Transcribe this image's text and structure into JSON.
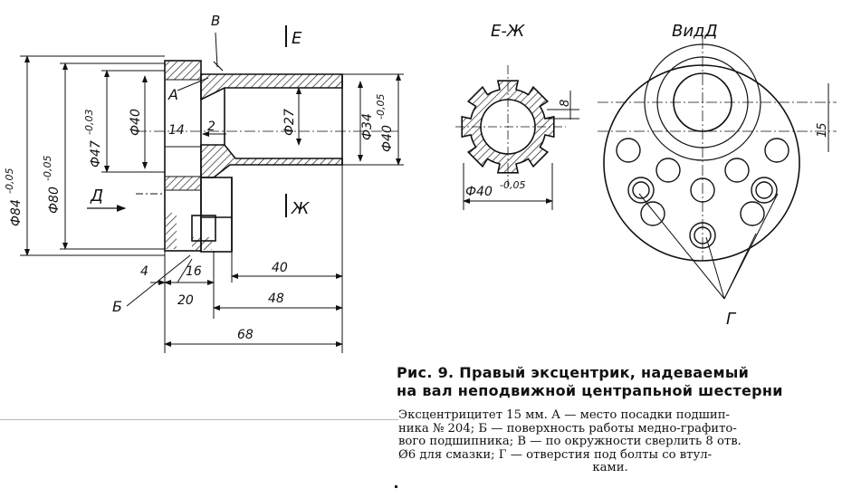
{
  "figure": {
    "number": "Рис. 9.",
    "title_line1": "Правый эксцентрик, надеваемый",
    "title_line2": "на вал неподвижной центрапьной шестерни",
    "description": [
      "Эксцентрицитет 15 мм. А — место посадки подшип-",
      "ника № 204; Б — поверхность работы медно-графито-",
      "вого подшипника; В — по окружности сверлить 8 отв.",
      "Ø6 для смазки; Г — отверстия под болты со втул-",
      "ками."
    ]
  },
  "views": {
    "section_label": "Е-Ж",
    "view_label": "ВидД",
    "cut_label_top": "Е",
    "cut_label_bottom": "Ж",
    "arrow_label": "Д"
  },
  "callouts": {
    "a": "А",
    "b": "Б",
    "v": "В",
    "g": "Г"
  },
  "dimensions": {
    "d84": "Ф84",
    "d84_tol": "-0,05",
    "d80": "Ф80",
    "d80_tol": "-0,05",
    "d47": "Ф47",
    "d47_tol": "-0,03",
    "d40a": "Ф40",
    "d27": "Ф27",
    "d34": "Ф34",
    "d40b": "Ф40",
    "d40b_tol": "-0,05",
    "d40c": "Ф40",
    "d40c_tol": "-0,05",
    "l14": "14",
    "l2": "2",
    "l4": "4",
    "l16": "16",
    "l20": "20",
    "l40": "40",
    "l48": "48",
    "l68": "68",
    "l8": "8",
    "l15": "15"
  }
}
